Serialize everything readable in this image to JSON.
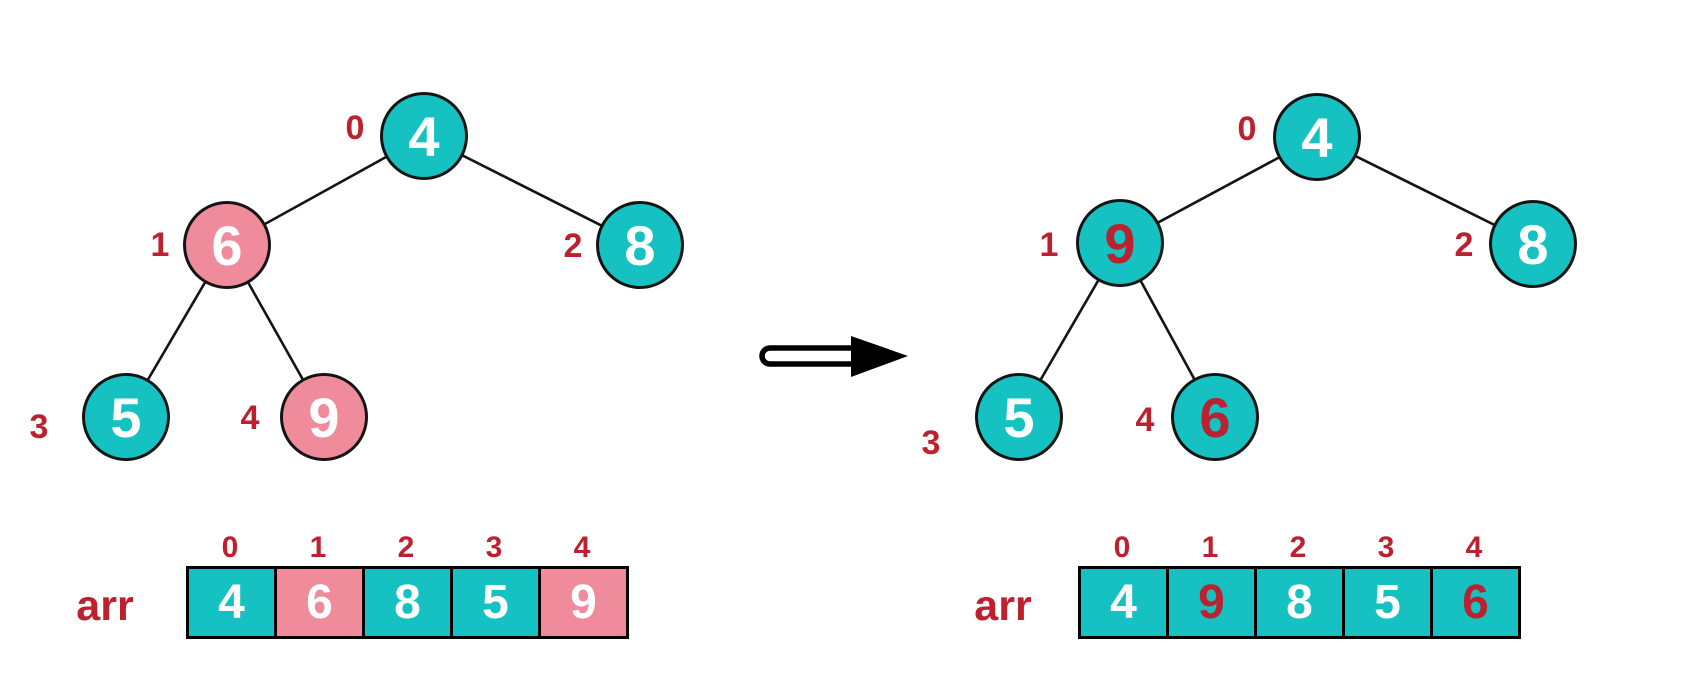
{
  "colors": {
    "teal": "#15c1c1",
    "pink": "#f08b9b",
    "crimson": "#bc2130",
    "node_text": "#ffffff",
    "outline": "#141414"
  },
  "arrow": {
    "direction": "right"
  },
  "before": {
    "tree": {
      "nodes": [
        {
          "index": "0",
          "value": "4",
          "highlight": false
        },
        {
          "index": "1",
          "value": "6",
          "highlight": true
        },
        {
          "index": "2",
          "value": "8",
          "highlight": false
        },
        {
          "index": "3",
          "value": "5",
          "highlight": false
        },
        {
          "index": "4",
          "value": "9",
          "highlight": true
        }
      ]
    },
    "array": {
      "label": "arr",
      "indices": [
        "0",
        "1",
        "2",
        "3",
        "4"
      ],
      "values": [
        "4",
        "6",
        "8",
        "5",
        "9"
      ],
      "highlighted_cells": [
        1,
        4
      ]
    }
  },
  "after": {
    "tree": {
      "nodes": [
        {
          "index": "0",
          "value": "4",
          "highlight": false
        },
        {
          "index": "1",
          "value": "9",
          "highlight": true
        },
        {
          "index": "2",
          "value": "8",
          "highlight": false
        },
        {
          "index": "3",
          "value": "5",
          "highlight": false
        },
        {
          "index": "4",
          "value": "6",
          "highlight": true
        }
      ]
    },
    "array": {
      "label": "arr",
      "indices": [
        "0",
        "1",
        "2",
        "3",
        "4"
      ],
      "values": [
        "4",
        "9",
        "8",
        "5",
        "6"
      ],
      "highlighted_values": [
        1,
        4
      ]
    }
  }
}
